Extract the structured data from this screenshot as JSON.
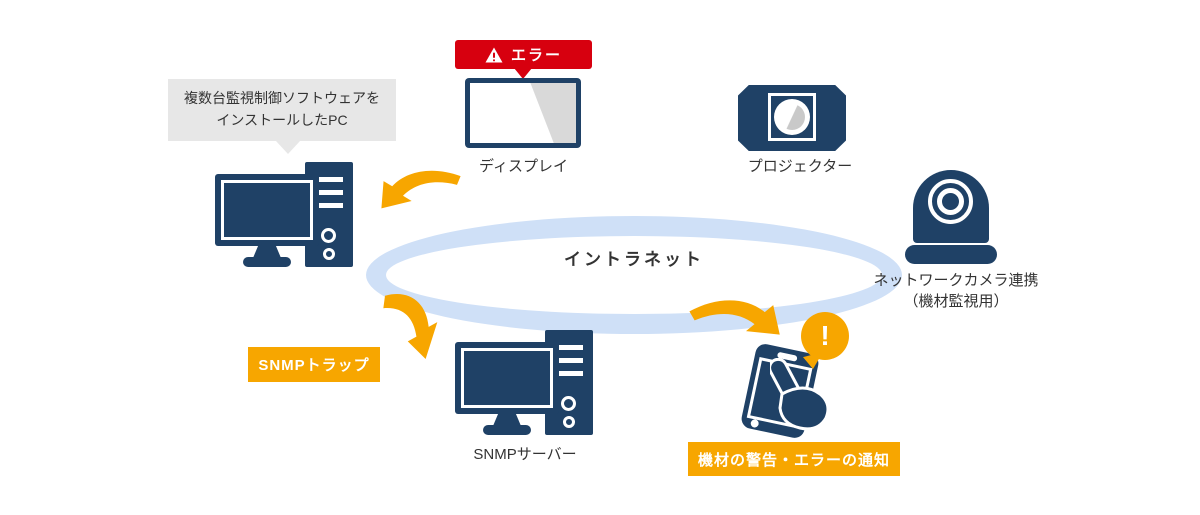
{
  "colors": {
    "navy": "#1f4166",
    "orange": "#f7a600",
    "red": "#d7000f",
    "ellipse_ring": "#cfe0f7",
    "callout_bg": "#e7e7e7",
    "text": "#333333"
  },
  "network": {
    "label": "イントラネット"
  },
  "nodes": {
    "pc": {
      "label_line1": "複数台監視制御ソフトウェアを",
      "label_line2": "インストールしたPC"
    },
    "display": {
      "label": "ディスプレイ",
      "error_badge": "エラー"
    },
    "projector": {
      "label": "プロジェクター"
    },
    "camera": {
      "label_line1": "ネットワークカメラ連携",
      "label_line2": "（機材監視用）"
    },
    "snmp_server": {
      "label": "SNMPサーバー"
    },
    "phone": {
      "alert_mark": "!",
      "label": "機材の警告・エラーの通知"
    }
  },
  "badges": {
    "snmp_trap": "SNMPトラップ"
  }
}
